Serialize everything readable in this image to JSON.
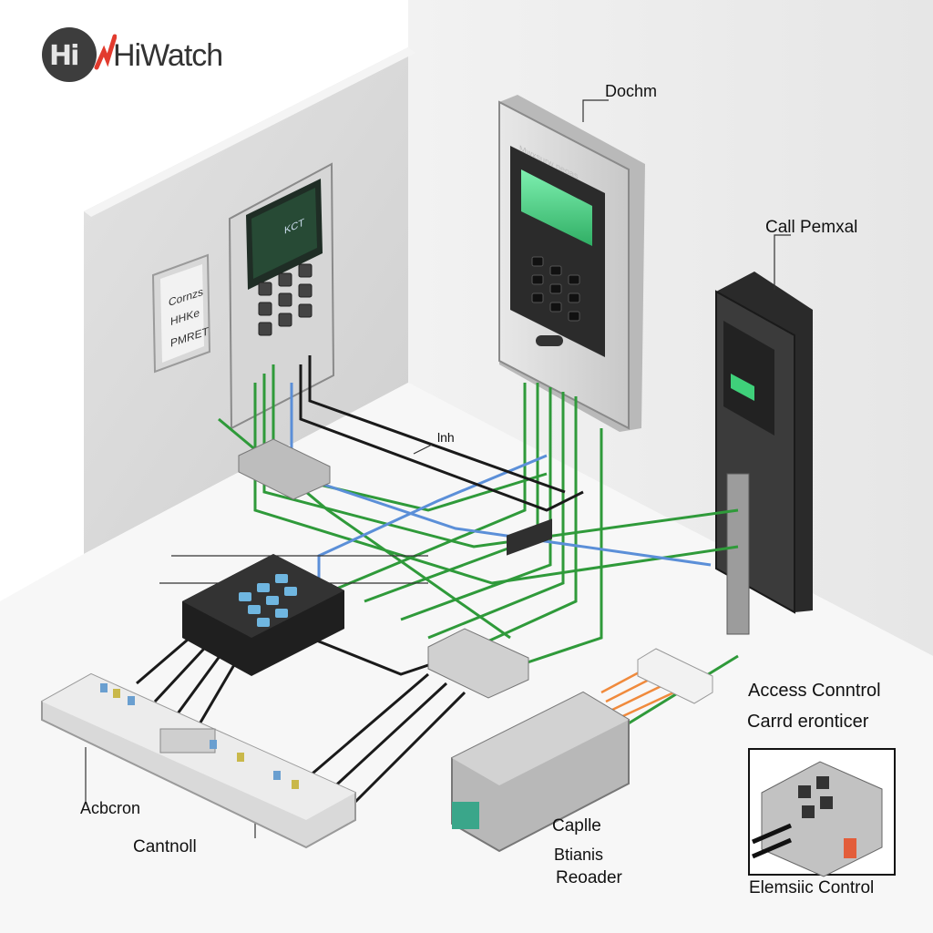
{
  "logo": {
    "text": "HiWatch"
  },
  "labels": {
    "top_device": "Dochm",
    "call_panel": "Call Pemxal",
    "wire_label": "lnh",
    "access_control": "Access Conntrol",
    "card_controller": "Carrd eronticer",
    "acbcron": "Acbcron",
    "cantnoll": "Cantnoll",
    "caplle": "Caplle",
    "btanis": "Btianis",
    "reader": "Reoader",
    "electronic_control": "Elemsiic Control"
  },
  "panels": {
    "wall_sign": [
      "Cornzs",
      "HHKe",
      "PMRET"
    ],
    "keypad_screen": "KCT",
    "wall_module_header": "Mwxsurw neoas"
  },
  "colors": {
    "wire_green": "#2f9a3a",
    "wire_blue": "#5b8fd8",
    "wire_black": "#1a1a1a",
    "wire_orange": "#f08a3c",
    "screen_green": "#3fd07a",
    "logo_red": "#e23b2e",
    "logo_dark": "#3d3d3d"
  }
}
